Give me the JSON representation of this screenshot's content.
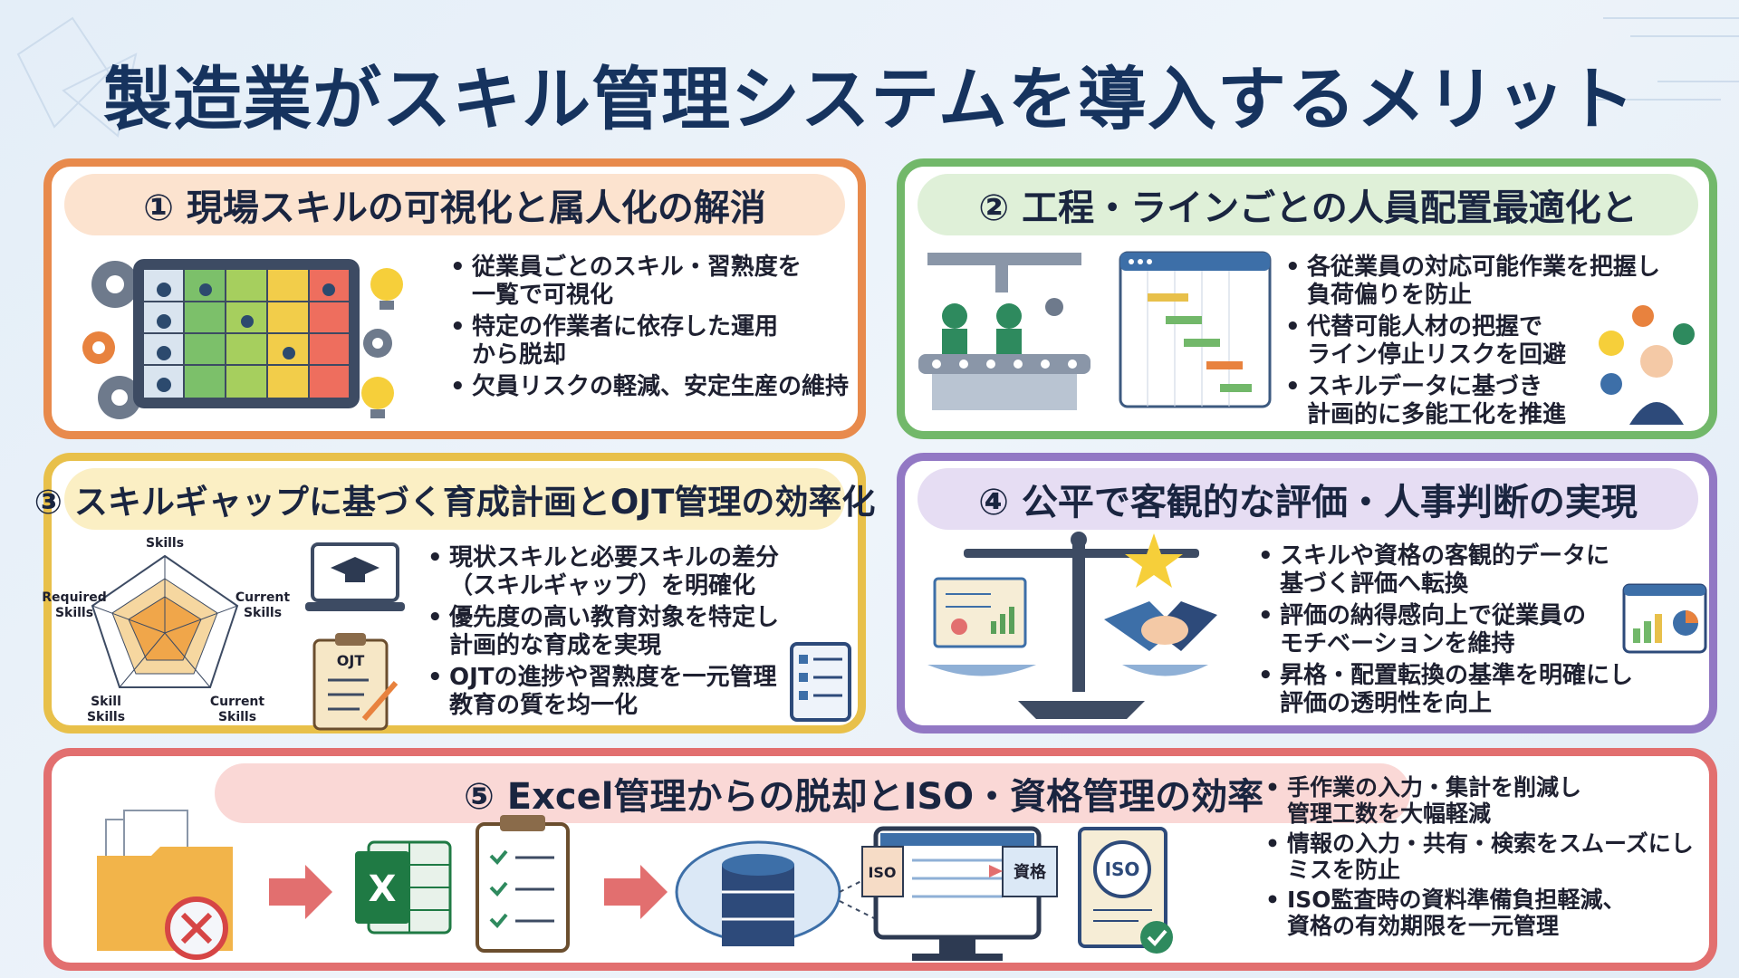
{
  "title": "製造業がスキル管理システムを導入するメリット",
  "colors": {
    "title": "#16335e",
    "panel1": "#e88a4c",
    "panel2": "#72b86a",
    "panel3": "#e8c04a",
    "panel4": "#9278c4",
    "panel5": "#e26f6f"
  },
  "panels": [
    {
      "heading": "① 現場スキルの可視化と属人化の解消",
      "bullets": [
        "従業員ごとのスキル・習熟度を\n一覧で可視化",
        "特定の作業者に依存した運用\nから脱却",
        "欠員リスクの軽減、安定生産の維持"
      ],
      "icons": [
        "gear-icon",
        "skill-matrix-tablet",
        "lightbulb-icon"
      ]
    },
    {
      "heading": "② 工程・ラインごとの人員配置最適化と",
      "bullets": [
        "各従業員の対応可能作業を把握し\n負荷偏りを防止",
        "代替可能人材の把握で\nライン停止リスクを回避",
        "スキルデータに基づき\n計画的に多能工化を推進"
      ],
      "icons": [
        "conveyor-line-icon",
        "gantt-chart-icon",
        "manager-icon"
      ]
    },
    {
      "heading": "③ スキルギャップに基づく育成計画とOJT管理の効率化",
      "bullets": [
        "現状スキルと必要スキルの差分\n（スキルギャップ）を明確化",
        "優先度の高い教育対象を特定し\n計画的な育成を実現",
        "OJTの進捗や習熟度を一元管理\n教育の質を均一化"
      ],
      "radar_labels": [
        "Skills",
        "Current\nSkills",
        "Current\nSkills",
        "Skill\nSkills",
        "Required\nSkills"
      ],
      "clipboard_label": "OJT",
      "icons": [
        "radar-chart-icon",
        "graduation-laptop-icon",
        "clipboard-icon",
        "checklist-icon"
      ]
    },
    {
      "heading": "④ 公平で客観的な評価・人事判断の実現",
      "bullets": [
        "スキルや資格の客観的データに\n基づく評価へ転換",
        "評価の納得感向上で従業員の\nモチベーションを維持",
        "昇格・配置転換の基準を明確にし\n評価の透明性を向上"
      ],
      "icons": [
        "scale-icon",
        "certificate-icon",
        "handshake-icon",
        "star-icon",
        "dashboard-icon"
      ]
    },
    {
      "heading": "⑤ Excel管理からの脱却とISO・資格管理の効率",
      "bullets": [
        "手作業の入力・集計を削減し\n管理工数を大幅軽減",
        "情報の入力・共有・検索をスムーズにし\nミスを防止",
        "ISO監査時の資料準備負担軽減、\n資格の有効期限を一元管理"
      ],
      "excel_label": "X",
      "iso_label": "ISO",
      "shikaku_label": "資格",
      "icons": [
        "folder-cancel-icon",
        "arrow-right-icon",
        "excel-icon",
        "checklist-clipboard-icon",
        "cloud-database-icon",
        "monitor-icon",
        "iso-certificate-icon"
      ]
    }
  ]
}
